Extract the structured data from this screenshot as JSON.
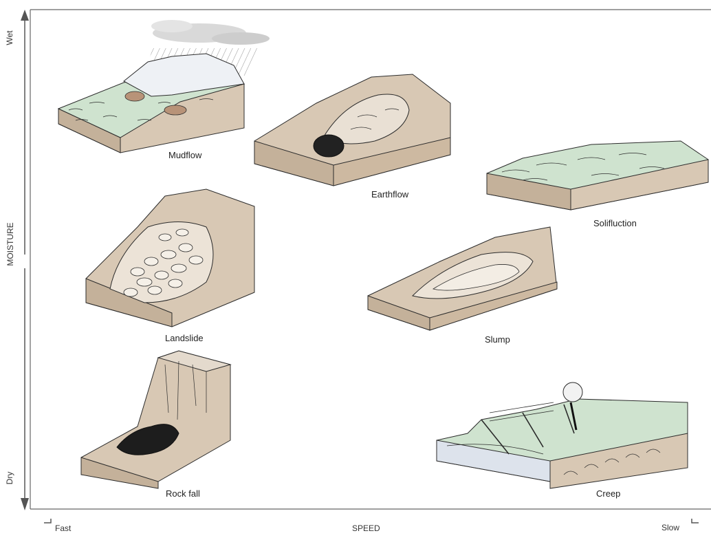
{
  "axes": {
    "y_title": "MOISTURE",
    "y_top": "Wet",
    "y_bottom": "Dry",
    "x_title": "SPEED",
    "x_left": "Fast",
    "x_right": "Slow"
  },
  "panels": {
    "mudflow": "Mudflow",
    "earthflow": "Earthflow",
    "solifluction": "Solifluction",
    "landslide": "Landslide",
    "slump": "Slump",
    "rockfall": "Rock fall",
    "creep": "Creep"
  },
  "colors": {
    "soil": "#d8c8b4",
    "soil_dark": "#c4b19a",
    "grass": "#cfe3cf",
    "water": "#dde3ec",
    "ink": "#2b2b2b",
    "frame": "#555555",
    "cloud": "#c9c9c9"
  }
}
